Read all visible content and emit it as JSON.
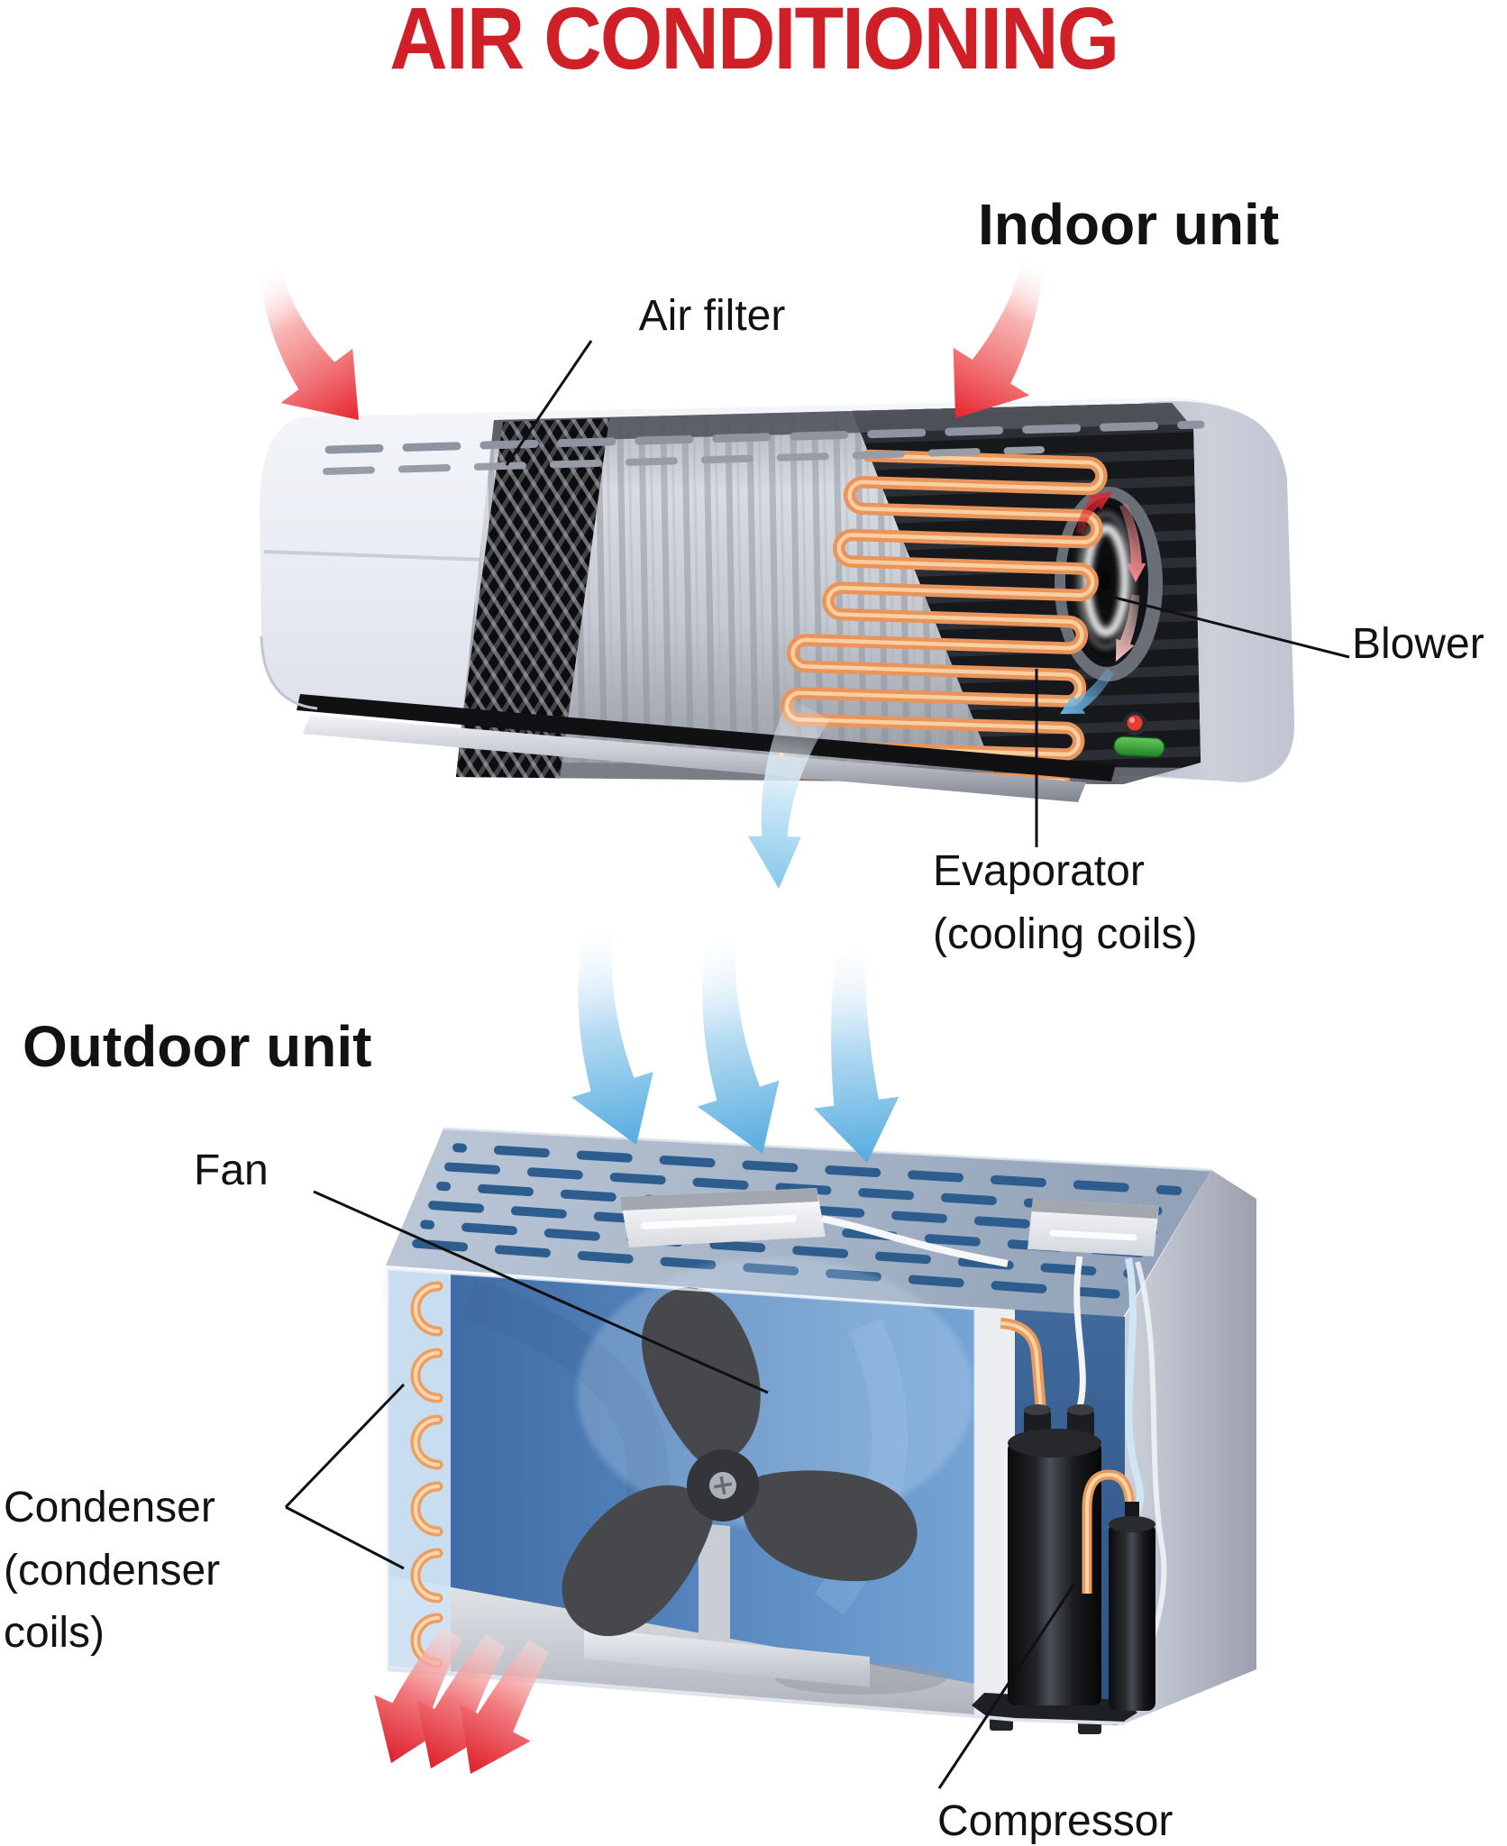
{
  "title": "AIR CONDITIONING",
  "colors": {
    "title_red": "#cf2027",
    "label_ink": "#121212",
    "warm_arrow_red": "#e8242e",
    "cool_arrow_blue": "#5fb3e2",
    "coil_orange": "#ec9a58",
    "interior_blue": "#4377b3",
    "unit_body_grey": "#e9ebf2"
  },
  "indoor": {
    "heading": "Indoor unit",
    "labels": {
      "air_filter": "Air filter",
      "blower": "Blower",
      "evaporator": "Evaporator",
      "evaporator_sub": "(cooling coils)"
    }
  },
  "outdoor": {
    "heading": "Outdoor unit",
    "labels": {
      "fan": "Fan",
      "condenser": "Condenser",
      "condenser_sub1": "(condenser",
      "condenser_sub2": "coils)",
      "compressor": "Compressor"
    }
  }
}
